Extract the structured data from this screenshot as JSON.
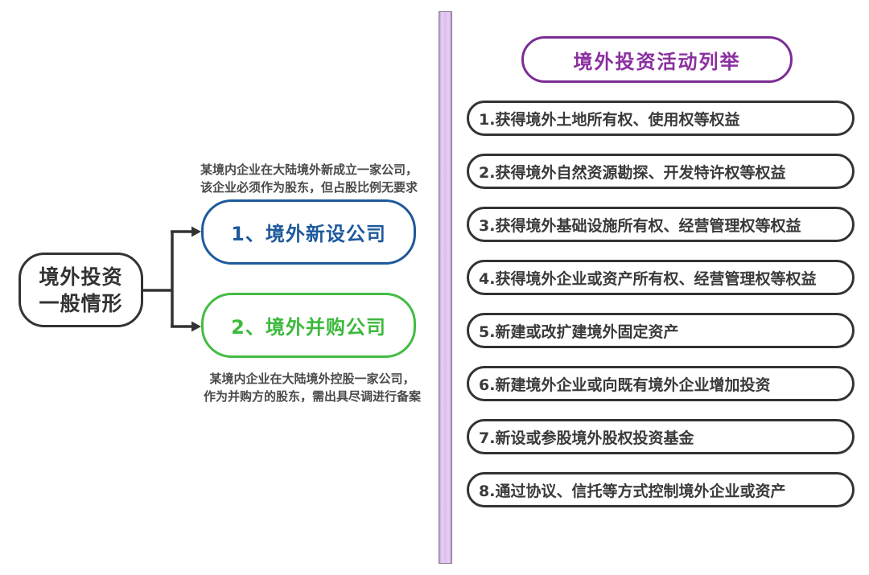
{
  "left_panel": {
    "root": {
      "line1": "境外投资",
      "line2": "一般情形"
    },
    "branches": [
      {
        "label": "1、境外新设公司",
        "color": "#1E5A9C",
        "note_line1": "某境内企业在大陆境外新成立一家公司，",
        "note_line2": "该企业必须作为股东，但占股比例无要求"
      },
      {
        "label": "2、境外并购公司",
        "color": "#3CB93C",
        "note_line1": "某境内企业在大陆境外控股一家公司，",
        "note_line2": "作为并购方的股东，需出具尽调进行备案"
      }
    ]
  },
  "right_panel": {
    "title": "境外投资活动列举",
    "title_color": "#8B2FA0",
    "items": [
      "1.获得境外土地所有权、使用权等权益",
      "2.获得境外自然资源勘探、开发特许权等权益",
      "3.获得境外基础设施所有权、经营管理权等权益",
      "4.获得境外企业或资产所有权、经营管理权等权益",
      "5.新建或改扩建境外固定资产",
      "6.新建境外企业或向既有境外企业增加投资",
      "7.新设或参股境外股权投资基金",
      "8.通过协议、信托等方式控制境外企业或资产"
    ]
  },
  "colors": {
    "outline": "#333333",
    "note_text": "#4A4A4A",
    "divider": "#DCBEEE"
  }
}
